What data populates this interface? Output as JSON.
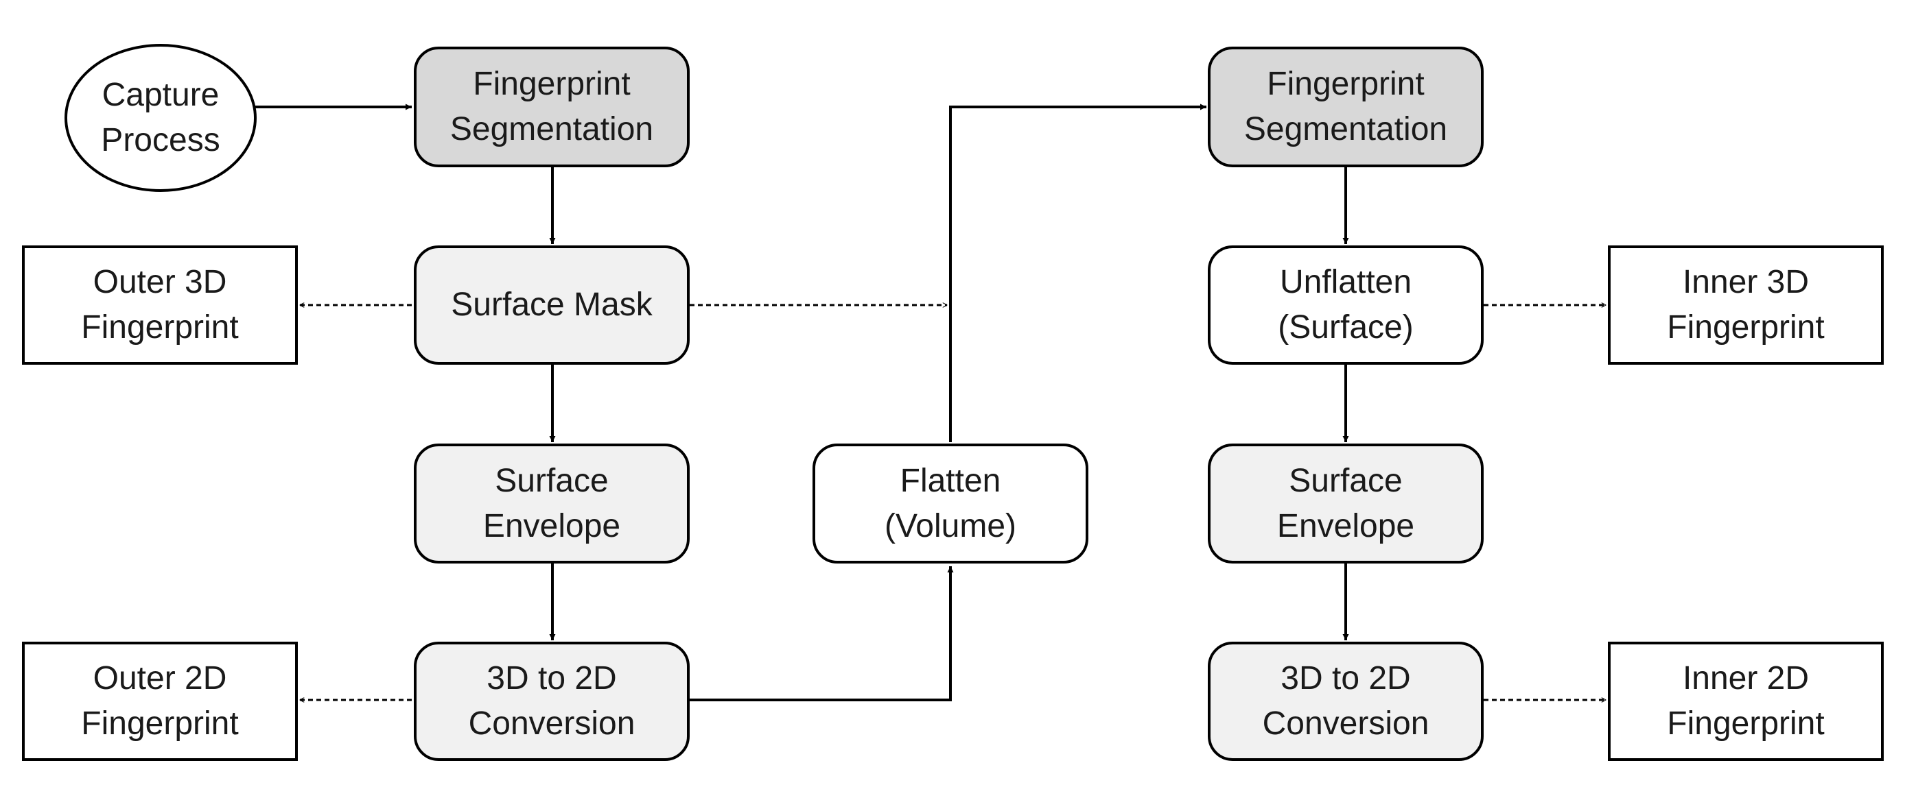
{
  "diagram": {
    "colors": {
      "stroke": "#000000",
      "shade_dark": "#d8d8d8",
      "shade_light": "#f1f1f1",
      "background": "#ffffff"
    },
    "nodes": {
      "capture": {
        "line1": "Capture",
        "line2": "Process"
      },
      "seg_left": {
        "line1": "Fingerprint",
        "line2": "Segmentation"
      },
      "surface_mask": {
        "line1": "Surface Mask"
      },
      "envelope_left": {
        "line1": "Surface",
        "line2": "Envelope"
      },
      "conv_left": {
        "line1": "3D to 2D",
        "line2": "Conversion"
      },
      "outer3d": {
        "line1": "Outer 3D",
        "line2": "Fingerprint"
      },
      "outer2d": {
        "line1": "Outer 2D",
        "line2": "Fingerprint"
      },
      "flatten": {
        "line1": "Flatten",
        "line2": "(Volume)"
      },
      "seg_right": {
        "line1": "Fingerprint",
        "line2": "Segmentation"
      },
      "unflatten": {
        "line1": "Unflatten",
        "line2": "(Surface)"
      },
      "envelope_right": {
        "line1": "Surface",
        "line2": "Envelope"
      },
      "conv_right": {
        "line1": "3D to 2D",
        "line2": "Conversion"
      },
      "inner3d": {
        "line1": "Inner 3D",
        "line2": "Fingerprint"
      },
      "inner2d": {
        "line1": "Inner 2D",
        "line2": "Fingerprint"
      }
    }
  }
}
